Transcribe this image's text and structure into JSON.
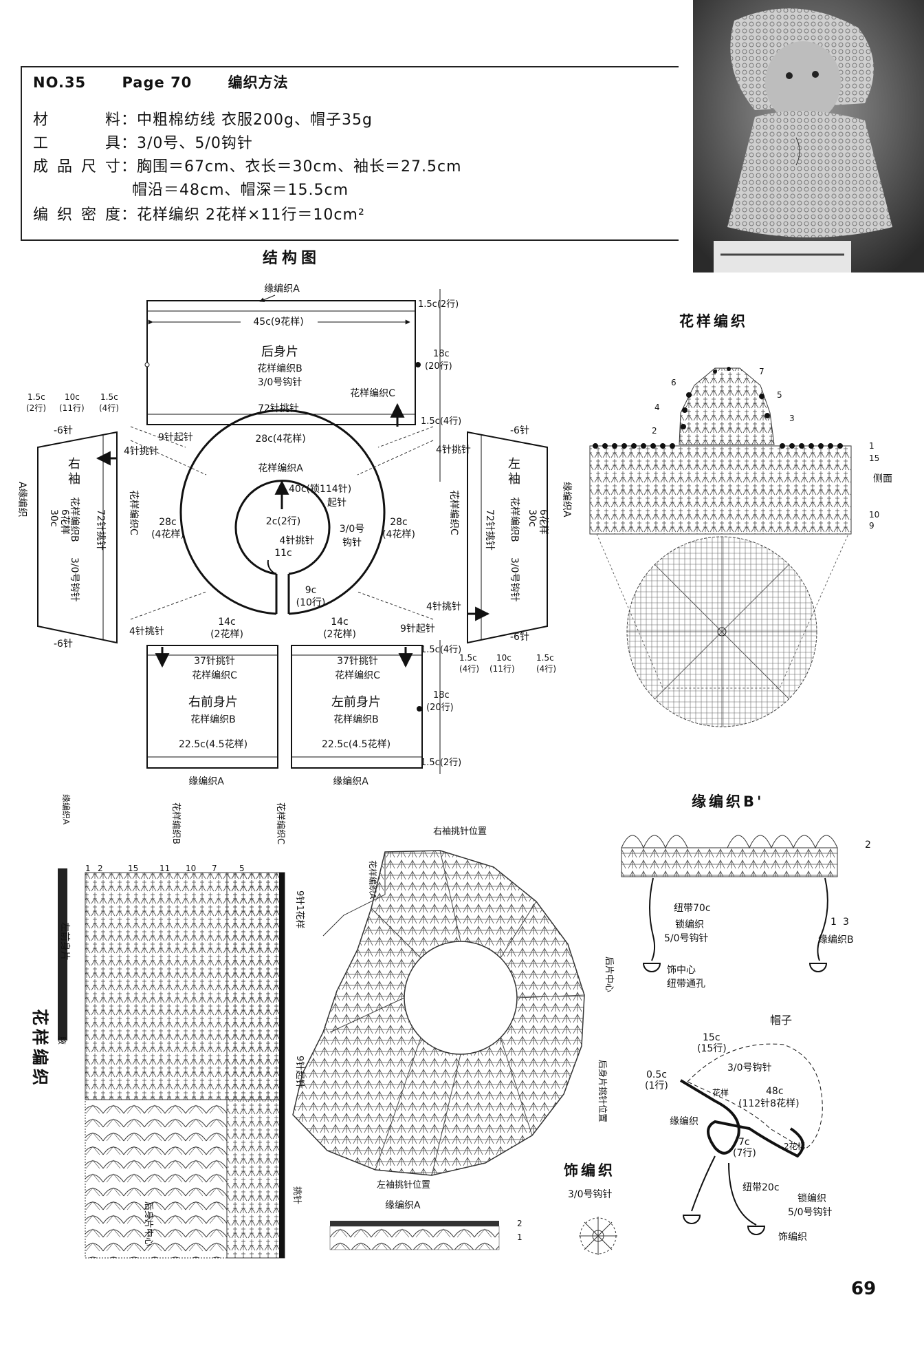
{
  "header": {
    "no": "NO.35",
    "page": "Page 70",
    "title": "编织方法"
  },
  "info": [
    {
      "label": "材　料",
      "value": "中粗棉纺线  衣服200g、帽子35g"
    },
    {
      "label": "工　具",
      "value": "3/0号、5/0钩针"
    },
    {
      "label": "成品尺寸",
      "value": "胸围＝67cm、衣长＝30cm、袖长＝27.5cm"
    },
    {
      "label": "",
      "value": "帽沿＝48cm、帽深＝15.5cm"
    },
    {
      "label": "编织密度",
      "value": "花样编织  2花样×11行＝10cm²"
    }
  ],
  "structure": {
    "title": "结构图",
    "back": {
      "name": "后身片",
      "pattern": "花样编织B",
      "hook": "3/0号钩针",
      "top": "缘编织A",
      "width": "45c(9花样)",
      "pickup": "72针挑针",
      "patternC": "花样编织C",
      "h_top": "1.5c(2行)",
      "h_mid": "18c",
      "h_mid2": "(20行)",
      "h_bot": "1.5c(4行)"
    },
    "yoke": {
      "a": "花样编织A",
      "top": "28c(4花样)",
      "inner1": "40c(锁114针)",
      "inner2": "起针",
      "neck": "2c(2行)",
      "neck2": "4针挑针",
      "neck3": "11c",
      "hook1": "3/0号",
      "hook2": "钩针",
      "l1": "28c",
      "l2": "(4花样)",
      "r1": "28c",
      "r2": "(4花样)",
      "slit1": "9c",
      "slit2": "(10行)",
      "bl1": "14c",
      "bl2": "(2花样)",
      "br1": "14c",
      "br2": "(2花样)",
      "start9": "9针起针",
      "start9b": "9针起针"
    },
    "sleeve_r": {
      "name1": "右",
      "name2": "袖",
      "v1": "花样编织B",
      "v2": "3/0号钩针",
      "w": "30c",
      "w2": "6花样",
      "pick1": "72针挑针",
      "patC": "花样编织C",
      "dec_top": "-6针",
      "dec_bot": "-6针",
      "pick4": "4针挑针",
      "pick4b": "4针挑针",
      "edge": "A缘编织"
    },
    "sleeve_l": {
      "name1": "左",
      "name2": "袖",
      "v1": "花样编织B",
      "v2": "3/0号钩针",
      "w": "30c",
      "w2": "6花样",
      "pick1": "72针挑针",
      "patC": "花样编织C",
      "dec_top": "-6针",
      "dec_bot": "-6针",
      "pick4": "4针挑针",
      "pick4b": "4针挑针",
      "edge": "缘编织A"
    },
    "cuff": {
      "a": "1.5c",
      "a2": "(2行)",
      "b": "10c",
      "b2": "(11行)",
      "c": "1.5c",
      "c2": "(4行)",
      "d": "1.5c",
      "d2": "(4行)",
      "e": "10c",
      "e2": "(11行)",
      "f": "1.5c",
      "f2": "(4行)"
    },
    "front_r": {
      "name": "右前身片",
      "pattern": "花样编织B",
      "pick": "37针挑针",
      "patC": "花样编织C",
      "width": "22.5c(4.5花样)",
      "edge": "缘编织A"
    },
    "front_l": {
      "name": "左前身片",
      "pattern": "花样编织B",
      "pick": "37针挑针",
      "patC": "花样编织C",
      "width": "22.5c(4.5花样)",
      "edge": "缘编织A",
      "h1": "1.5c(4行)",
      "h2": "18c",
      "h3": "(20行)",
      "h4": "1.5c(2行)",
      "pick4": "4针挑针",
      "start9": "9针起针"
    }
  },
  "pattern_top": {
    "title": "花样编织",
    "side": "侧面",
    "rows": [
      "1",
      "15",
      "10",
      "9",
      "2",
      "3",
      "4",
      "5",
      "6",
      "7"
    ]
  },
  "edging_b": {
    "title": "缘编织B'",
    "tie": "纽带70c",
    "chain": "锁编织",
    "hook": "5/0号钩针",
    "ornament1": "饰中心",
    "ornament2": "纽带通孔",
    "label": "缘编织B",
    "n": "2",
    "m1": "1",
    "m2": "3"
  },
  "hat": {
    "title": "帽子",
    "w": "15c",
    "w2": "(15行)",
    "hook": "3/0号钩针",
    "brim": "0.5c",
    "brim2": "(1行)",
    "circ": "48c",
    "circ2": "(112针8花样)",
    "edge": "缘编织",
    "c7": "7c",
    "c72": "(7行)",
    "p2": "2花样",
    "p": "花样",
    "tie": "纽带20c",
    "chain": "锁编织",
    "hook2": "5/0号钩针",
    "orn": "饰编织"
  },
  "bottom": {
    "title": "花样编织",
    "left_front": "左前身片",
    "edgeA": "缘编织A",
    "patB": "花样编织B",
    "patC": "花样编织C",
    "stitch9": "9针1花样",
    "stitch9b": "9针起针",
    "pick": "挑针",
    "center": "后身片中心",
    "armpit": "腋",
    "yokeA": "花样编织A",
    "sleeve_r_pos": "右袖挑针位置",
    "sleeve_l_pos": "左袖挑针位置",
    "back_center": "后片中心",
    "back_pos": "后身片挑针位置",
    "n1": "1",
    "n2": "2",
    "n11": "11",
    "n15": "15",
    "n10": "10",
    "n7": "7",
    "n5": "5"
  },
  "edge_a": {
    "title": "缘编织A",
    "r2": "2",
    "r1": "1"
  },
  "ornament": {
    "title": "饰编织",
    "hook": "3/0号钩针"
  },
  "page_number": "69"
}
